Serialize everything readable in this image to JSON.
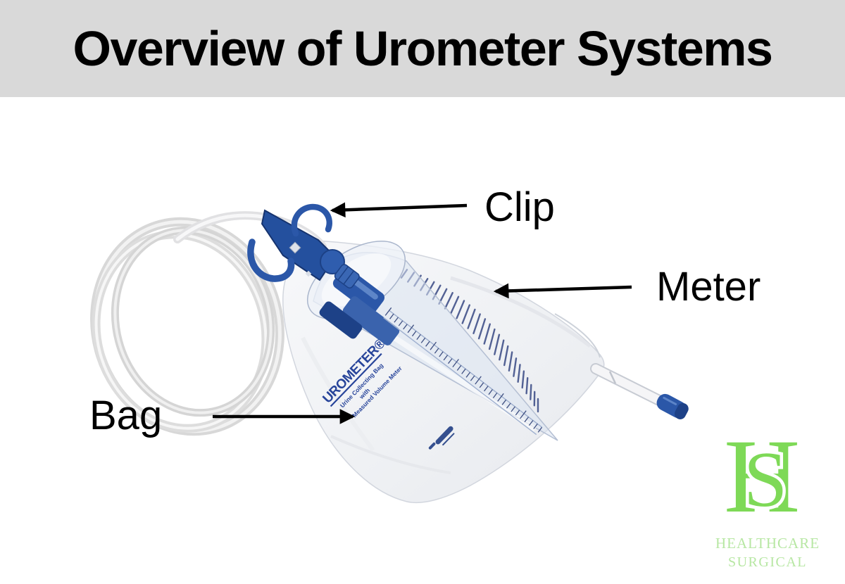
{
  "title": "Overview of Urometer Systems",
  "labels": {
    "clip": "Clip",
    "meter": "Meter",
    "bag": "Bag"
  },
  "device": {
    "brand_text": "UROMETER®",
    "subtitle_line1": "Urine Collecting Bag",
    "subtitle_line2": "with",
    "subtitle_line3": "Measured Volume Meter"
  },
  "logo": {
    "monogram_h": "H",
    "monogram_s": "S",
    "line1": "HEALTHCARE",
    "line2": "SURGICAL"
  },
  "colors": {
    "banner_bg": "#d9d9d9",
    "title_color": "#000000",
    "label_color": "#000000",
    "arrow_color": "#000000",
    "device_blue": "#2b57a8",
    "device_navy": "#1d4187",
    "print_blue": "#27449a",
    "tick_color": "#42528a",
    "ruler_color": "#3f5082",
    "bag_tint": "#f1f2f5",
    "tube_gray": "#dedfe1",
    "logo_green": "#7ed957",
    "logo_text_green": "#b7e7a3"
  }
}
